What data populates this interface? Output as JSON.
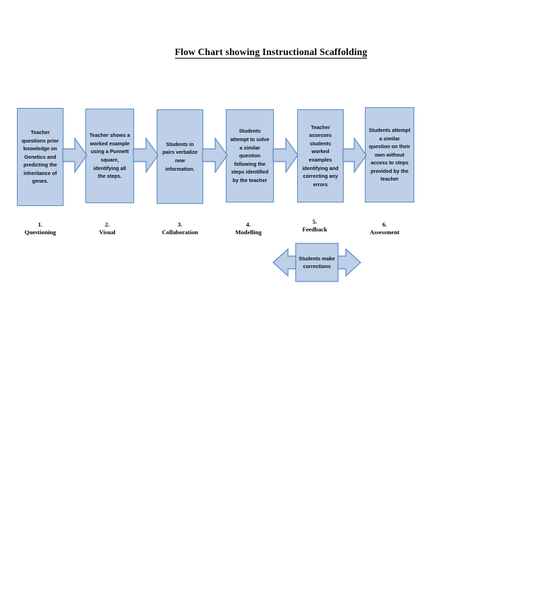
{
  "document": {
    "title": "Flow Chart showing Instructional Scaffolding"
  },
  "colors": {
    "node_fill": "#bdd0e7",
    "node_border": "#5b87c5",
    "arrow_fill": "#bdd0e7",
    "arrow_border": "#5b87c5",
    "text": "#0d0d1a",
    "page_background": "#ffffff"
  },
  "chart_data": {
    "type": "diagram",
    "title": "Flow Chart showing Instructional Scaffolding",
    "orientation": "left-to-right",
    "steps": [
      {
        "number": "1.",
        "label": "Questioning",
        "body": "Teacher questions prior knowledge on Genetics and predicting the inheritance of genes."
      },
      {
        "number": "2.",
        "label": "Visual",
        "body": "Teacher shows a worked example using a Punnett square, identifying all the steps."
      },
      {
        "number": "3.",
        "label": "Collaboration",
        "body": "Students in pairs verbalize new information."
      },
      {
        "number": "4.",
        "label": "Modelling",
        "body": "Students attempt to solve a similar question following the steps identified by the teacher"
      },
      {
        "number": "5.",
        "label": "Feedback",
        "body": "Teacher assesses students worked examples identifying and correcting any errors"
      },
      {
        "number": "6.",
        "label": "Assessment",
        "body": "Students attempt a similar question on their own without access to steps provided by the teacher"
      }
    ],
    "connectors": [
      {
        "from": "1",
        "to": "2",
        "shape": "right-arrow"
      },
      {
        "from": "2",
        "to": "3",
        "shape": "right-arrow"
      },
      {
        "from": "3",
        "to": "4",
        "shape": "right-arrow"
      },
      {
        "from": "4",
        "to": "5",
        "shape": "right-arrow"
      },
      {
        "from": "5",
        "to": "6",
        "shape": "right-arrow"
      }
    ],
    "callout": {
      "shape": "left-right-arrow",
      "body": "Students make corrections",
      "attached_to_step": "5"
    }
  }
}
